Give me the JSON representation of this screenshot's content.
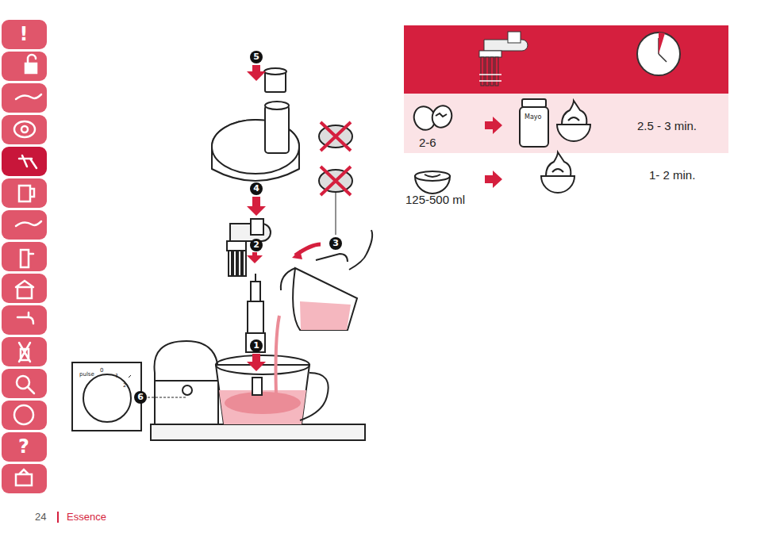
{
  "diagram": {
    "labels": [
      "!",
      "?",
      "5",
      "4",
      "3",
      "2",
      "1",
      "6",
      "pulse",
      "0",
      "1",
      "2",
      "Mayo",
      "2-6",
      "2.5 - 3 min.",
      "125-500 ml",
      "1- 2 min.",
      "24",
      "Essence"
    ]
  }
}
